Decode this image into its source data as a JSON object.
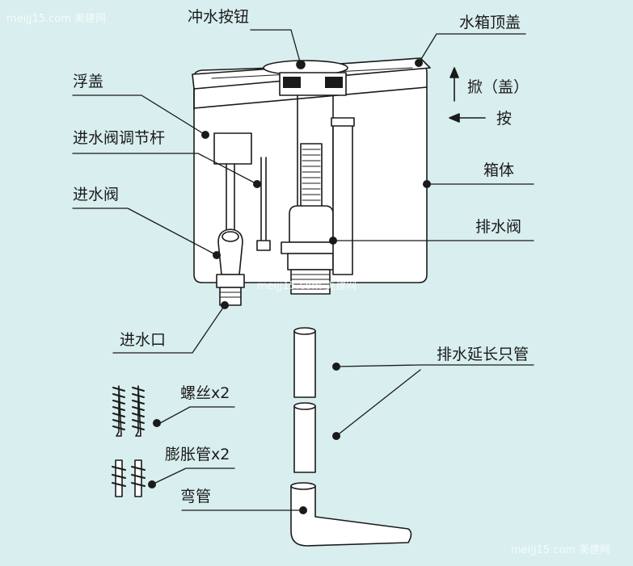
{
  "labels": {
    "flush_button": "冲水按钮",
    "tank_lid": "水箱顶盖",
    "float_cover": "浮盖",
    "lift_lid": "掀（盖）",
    "press": "按",
    "inlet_rod": "进水阀调节杆",
    "tank_body": "箱体",
    "inlet_valve": "进水阀",
    "drain_valve": "排水阀",
    "water_inlet": "进水口",
    "drain_ext_pipe": "排水延长只管",
    "screw": "螺丝x2",
    "expansion_tube": "膨胀管x2",
    "elbow": "弯管"
  },
  "watermarks": {
    "top_left": "meijj15.com 美建网",
    "center": "meijj15.com 美建网",
    "bottom_right": "meijj15.com 美建网"
  },
  "colors": {
    "background": "#d9eeee",
    "line": "#1a1a1a",
    "fill": "#ffffff"
  }
}
